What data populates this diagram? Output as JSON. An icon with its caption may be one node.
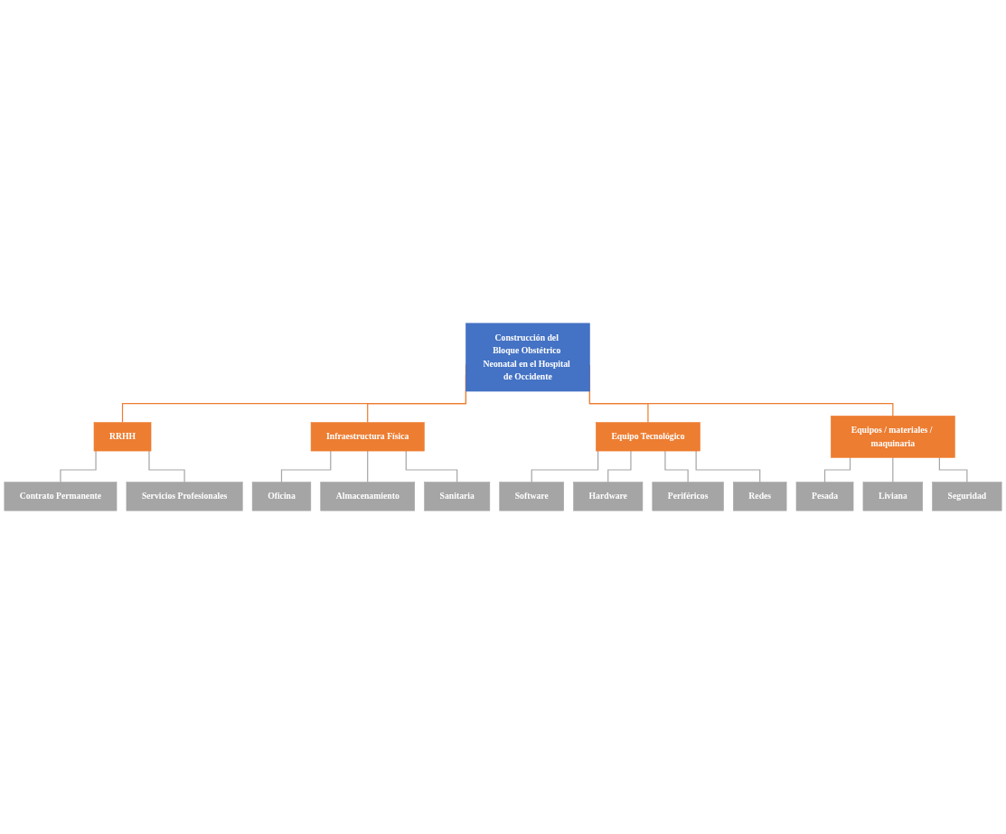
{
  "diagram": {
    "nodes": [
      {
        "text": [
          "Construcción del Bloque Obstétrico Neonatal en el Hospital de Occidente"
        ]
      },
      {
        "text": [
          "RRHH"
        ]
      },
      {
        "text": [
          "Infraestructura Física"
        ]
      },
      {
        "text": [
          "Equipo Tecnológico"
        ]
      },
      {
        "text": [
          "Equipos / materiales / maquinaria"
        ]
      },
      {
        "text": [
          "Contrato Permanente"
        ]
      },
      {
        "text": [
          "Servicios Profesionales"
        ]
      },
      {
        "text": [
          "Oficina"
        ]
      },
      {
        "text": [
          "Almacenamiento"
        ]
      },
      {
        "text": [
          "Sanitaria"
        ]
      },
      {
        "text": [
          "Software"
        ]
      },
      {
        "text": [
          "Hardware"
        ]
      },
      {
        "text": [
          "Periféricos"
        ]
      },
      {
        "text": [
          "Redes"
        ]
      },
      {
        "text": [
          "Pesada"
        ]
      },
      {
        "text": [
          "Liviana"
        ]
      },
      {
        "text": [
          "Seguridad"
        ]
      }
    ],
    "edges": [
      {
        "from": 0,
        "to": 1,
        "arrow": "none",
        "color": "#ed7d31"
      },
      {
        "from": 0,
        "to": 2,
        "arrow": "none",
        "color": "#ed7d31"
      },
      {
        "from": 0,
        "to": 3,
        "arrow": "none",
        "color": "#ed7d31"
      },
      {
        "from": 0,
        "to": 4,
        "arrow": "none",
        "color": "#ed7d31"
      },
      {
        "from": 1,
        "to": 5,
        "arrow": "none"
      },
      {
        "from": 1,
        "to": 6,
        "arrow": "none"
      },
      {
        "from": 2,
        "to": 7,
        "arrow": "none"
      },
      {
        "from": 2,
        "to": 8,
        "arrow": "none"
      },
      {
        "from": 2,
        "to": 9,
        "arrow": "none"
      },
      {
        "from": 3,
        "to": 10,
        "arrow": "none"
      },
      {
        "from": 3,
        "to": 11,
        "arrow": "none"
      },
      {
        "from": 3,
        "to": 12,
        "arrow": "none"
      },
      {
        "from": 3,
        "to": 13,
        "arrow": "none"
      },
      {
        "from": 4,
        "to": 14,
        "arrow": "none"
      },
      {
        "from": 4,
        "to": 15,
        "arrow": "none"
      },
      {
        "from": 4,
        "to": 16,
        "arrow": "none"
      }
    ]
  }
}
